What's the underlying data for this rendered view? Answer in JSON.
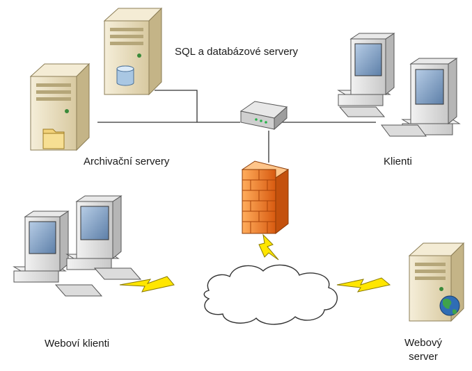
{
  "labels": {
    "sql_servers": "SQL a databázové servery",
    "archive_servers": "Archivační servery",
    "clients": "Klienti",
    "web_clients": "Weboví klienti",
    "web_server": "Webový\nserver"
  },
  "colors": {
    "server_body": "#e9dfc2",
    "server_shadow": "#c7b98f",
    "monitor_screen": "#8aa7c8",
    "firewall": "#f27a21",
    "lightning": "#ffe600",
    "cable": "#333333",
    "database": "#a9c7e3",
    "globe": "#2f6db5"
  },
  "icons": [
    "database-server-icon",
    "archive-server-icon",
    "router-icon",
    "client-workstations-icon",
    "firewall-icon",
    "internet-cloud-icon",
    "web-clients-icon",
    "web-server-icon",
    "lightning-link-icon"
  ]
}
